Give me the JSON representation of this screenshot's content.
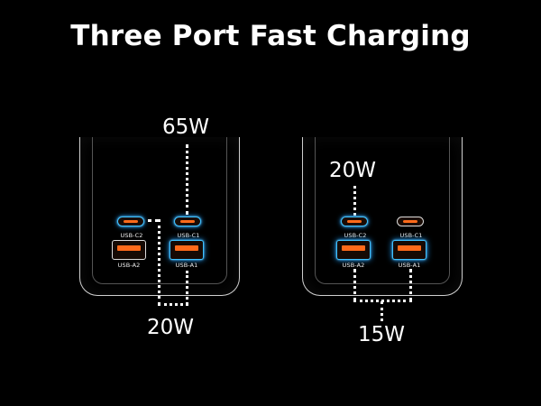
{
  "title": "Three Port Fast Charging",
  "left": {
    "top_watt": "65W",
    "bottom_watt": "20W",
    "ports": {
      "usb_c2": "USB-C2",
      "usb_c1": "USB-C1",
      "usb_a2": "USB-A2",
      "usb_a1": "USB-A1"
    }
  },
  "right": {
    "top_watt": "20W",
    "bottom_watt": "15W",
    "ports": {
      "usb_c2": "USB-C2",
      "usb_c1": "USB-C1",
      "usb_a2": "USB-A2",
      "usb_a1": "USB-A1"
    }
  },
  "colors": {
    "glow": "#3fc2ff",
    "port_accent": "#ff6a1a",
    "background": "#000000"
  }
}
